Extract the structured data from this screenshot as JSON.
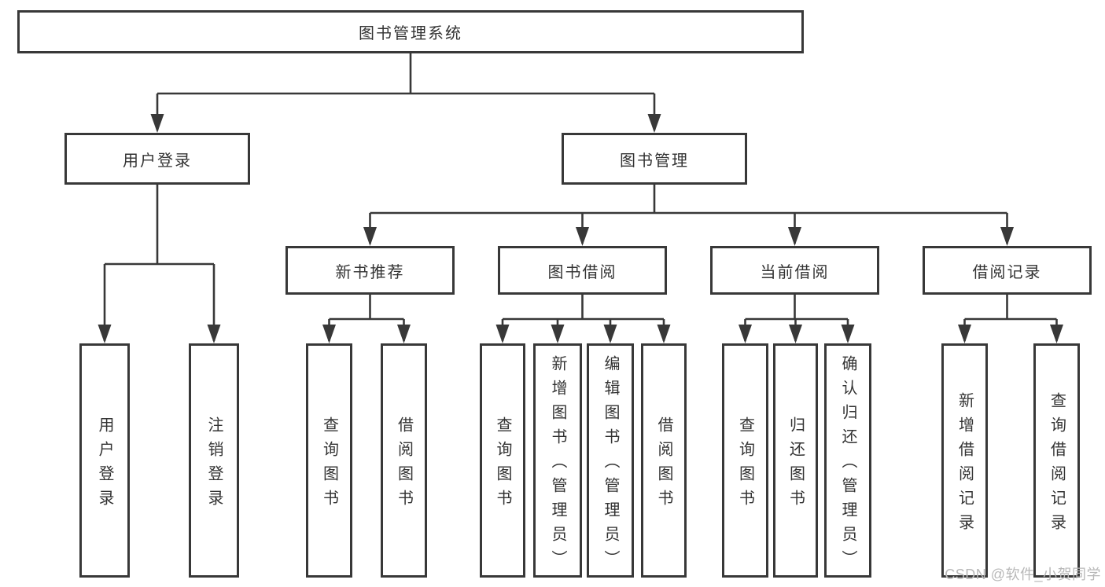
{
  "diagram": {
    "root": {
      "label": "图书管理系统"
    },
    "level1": {
      "user_login": {
        "label": "用户登录",
        "children": [
          "用户登录",
          "注销登录"
        ]
      },
      "book_management": {
        "label": "图书管理",
        "children": {
          "new_book_recommend": {
            "label": "新书推荐",
            "children": [
              "查询图书",
              "借阅图书"
            ]
          },
          "book_borrow": {
            "label": "图书借阅",
            "children": [
              "查询图书",
              "新增图书（管理员）",
              "编辑图书（管理员）",
              "借阅图书"
            ]
          },
          "current_borrow": {
            "label": "当前借阅",
            "children": [
              "查询图书",
              "归还图书",
              "确认归还（管理员）"
            ]
          },
          "borrow_records": {
            "label": "借阅记录",
            "children": [
              "新增借阅记录",
              "查询借阅记录"
            ]
          }
        }
      }
    }
  },
  "watermark": "CSDN @软件_小贺同学",
  "colors": {
    "line": "#383838",
    "box_border": "#383838",
    "text": "#333333",
    "background": "#ffffff",
    "watermark": "#b8b8b8"
  }
}
